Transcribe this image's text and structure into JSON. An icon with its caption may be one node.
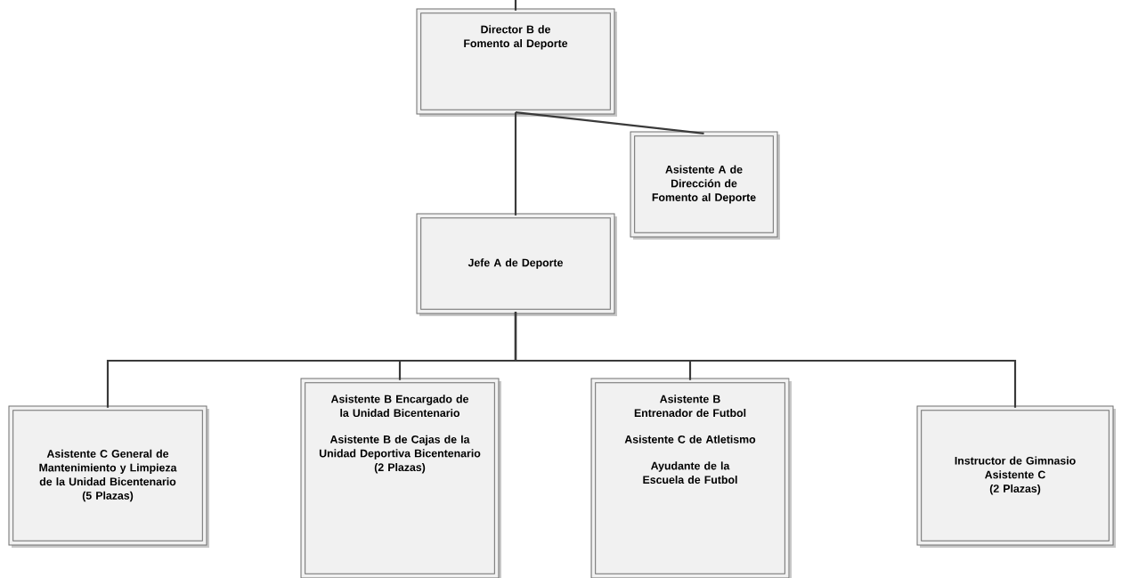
{
  "diagram": {
    "nodes": [
      {
        "text": [
          "Director B de Fomento al Deporte"
        ]
      },
      {
        "text": [
          "Asistente A de Dirección de Fomento al Deporte"
        ]
      },
      {
        "text": [
          "Jefe A de Deporte"
        ]
      },
      {
        "text": [
          "Asistente C General de Mantenimiento y Limpieza de la Unidad Bicentenario",
          "(5 Plazas)"
        ]
      },
      {
        "text": [
          "Asistente B Encargado de la Unidad Bicentenario",
          "Asistente B de Cajas de la Unidad Deportiva Bicentenario",
          "(2 Plazas)"
        ]
      },
      {
        "text": [
          "Asistente B Entrenador de Futbol",
          "Asistente C de Atletismo",
          "Ayudante de la Escuela de Futbol"
        ]
      },
      {
        "text": [
          "Instructor de Gimnasio",
          "Asistente C",
          "(2 Plazas)"
        ]
      }
    ],
    "edges": [
      {
        "from": null,
        "to": 0,
        "arrow": "none"
      },
      {
        "from": 0,
        "to": 1,
        "arrow": "none"
      },
      {
        "from": 0,
        "to": 2,
        "arrow": "none"
      },
      {
        "from": 2,
        "to": 3,
        "arrow": "none"
      },
      {
        "from": 2,
        "to": 4,
        "arrow": "none"
      },
      {
        "from": 2,
        "to": 5,
        "arrow": "none"
      },
      {
        "from": 2,
        "to": 6,
        "arrow": "none"
      }
    ]
  }
}
